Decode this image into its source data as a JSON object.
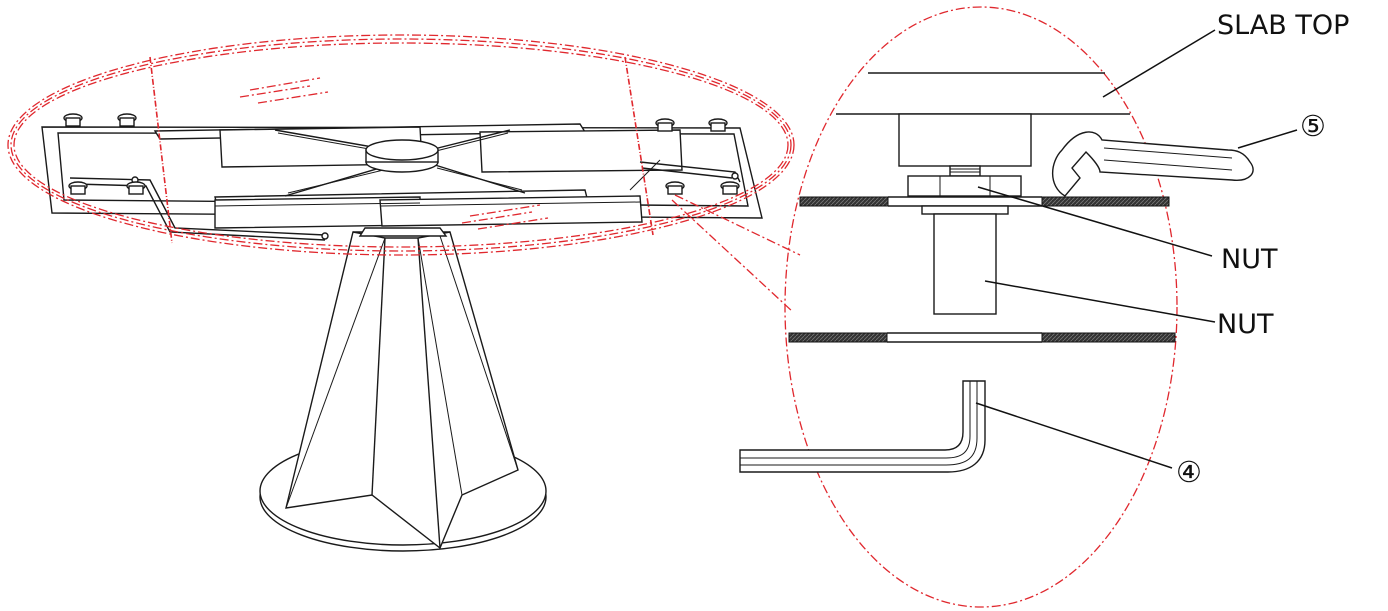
{
  "labels": {
    "slab_top": "SLAB TOP",
    "nut_upper": "NUT",
    "nut_lower": "NUT",
    "part_5": "⑤",
    "part_4": "④"
  },
  "colors": {
    "line": "#1a1a1a",
    "callout_dash": "#e0282e",
    "hatch": "#333333"
  }
}
